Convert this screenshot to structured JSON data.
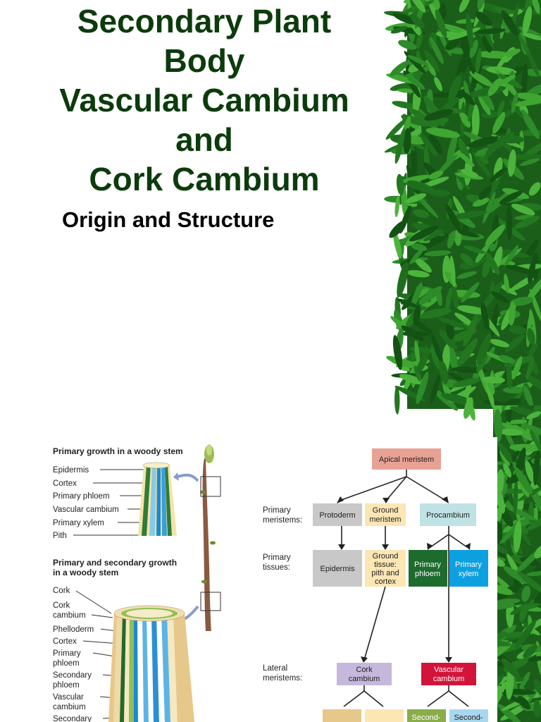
{
  "slide": {
    "title_lines": [
      "Secondary Plant",
      "Body",
      "Vascular Cambium",
      "and",
      "Cork Cambium"
    ],
    "subtitle": "Origin and Structure"
  },
  "figure": {
    "panel1": {
      "heading": "Primary growth in a woody stem",
      "labels": [
        "Epidermis",
        "Cortex",
        "Primary phloem",
        "Vascular cambium",
        "Primary xylem",
        "Pith"
      ]
    },
    "panel2": {
      "heading_line1": "Primary and secondary growth",
      "heading_line2": "in a woody stem",
      "labels": [
        "Cork",
        "Cork",
        "cambium",
        "Phelloderm",
        "Cortex",
        "Primary",
        "phloem",
        "Secondary",
        "phloem",
        "Vascular",
        "cambium",
        "Secondary"
      ]
    },
    "flow": {
      "apical": "Apical meristem",
      "row_primary_meristems": [
        "Primary",
        "meristems:"
      ],
      "protoderm": "Protoderm",
      "ground_meristem": [
        "Ground",
        "meristem"
      ],
      "procambium": "Procambium",
      "row_primary_tissues": [
        "Primary",
        "tissues:"
      ],
      "epidermis": "Epidermis",
      "ground_tissue": [
        "Ground",
        "tissue:",
        "pith and",
        "cortex"
      ],
      "primary_phloem": [
        "Primary",
        "phloem"
      ],
      "primary_xylem": [
        "Primary",
        "xylem"
      ],
      "row_lateral": [
        "Lateral",
        "meristems:"
      ],
      "cork_cambium": [
        "Cork",
        "cambium"
      ],
      "vascular_cambium": [
        "Vascular",
        "cambium"
      ],
      "bottom_boxes": [
        "Second-",
        "Second-"
      ]
    },
    "colors": {
      "title_green": "#0c3b0c",
      "apical": "#e8a294",
      "protoderm": "#c8c8c8",
      "ground": "#fbe6b4",
      "procambium": "#bfe2e4",
      "primary_phloem": "#1e6b2e",
      "primary_xylem": "#0da0e0",
      "cork_cambium": "#c5b8dc",
      "vascular_cambium": "#d2143a",
      "sec_phloem": "#8aac4a",
      "sec_xylem": "#a8d8f0"
    }
  }
}
